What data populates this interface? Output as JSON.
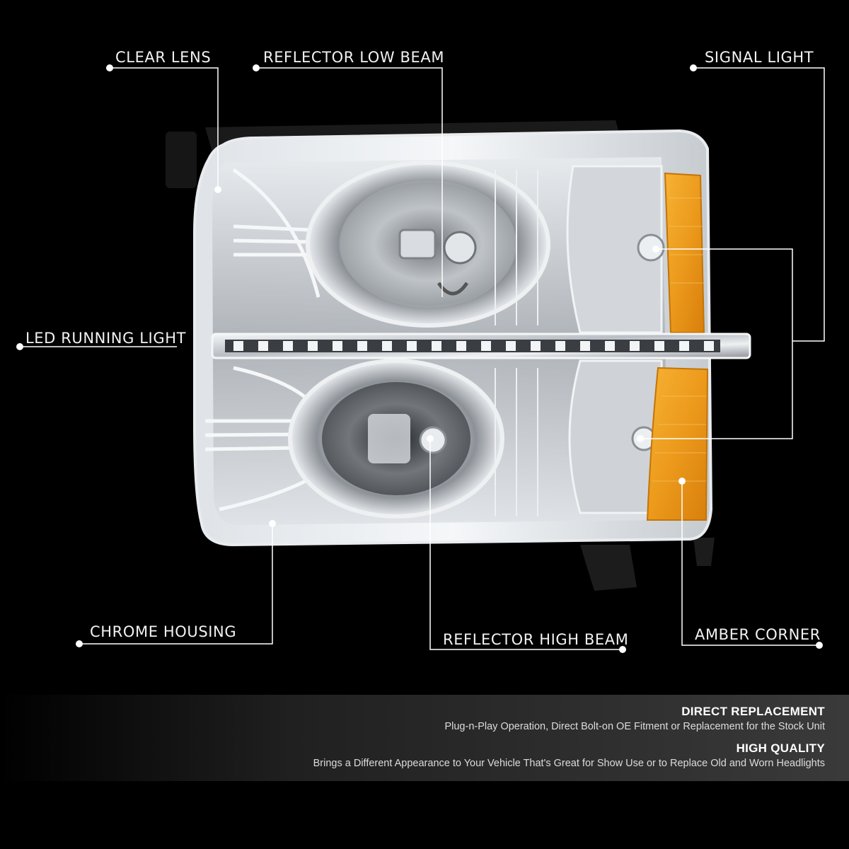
{
  "callouts": {
    "clear_lens": "CLEAR LENS",
    "reflector_low_beam": "REFLECTOR LOW BEAM",
    "signal_light": "SIGNAL LIGHT",
    "led_running_light": "LED RUNNING LIGHT",
    "chrome_housing": "CHROME HOUSING",
    "reflector_high_beam": "REFLECTOR HIGH BEAM",
    "amber_corner": "AMBER CORNER"
  },
  "features": [
    {
      "title": "DIRECT REPLACEMENT",
      "text": "Plug-n-Play Operation, Direct Bolt-on OE Fitment or Replacement for the Stock Unit"
    },
    {
      "title": "HIGH QUALITY",
      "text": "Brings a Different Appearance to Your Vehicle That's Great for Show Use or to Replace Old and Worn Headlights"
    }
  ],
  "colors": {
    "background": "#000000",
    "chrome": "#cfd3d8",
    "amber": "#f0a020",
    "callout_line": "#ffffff"
  }
}
